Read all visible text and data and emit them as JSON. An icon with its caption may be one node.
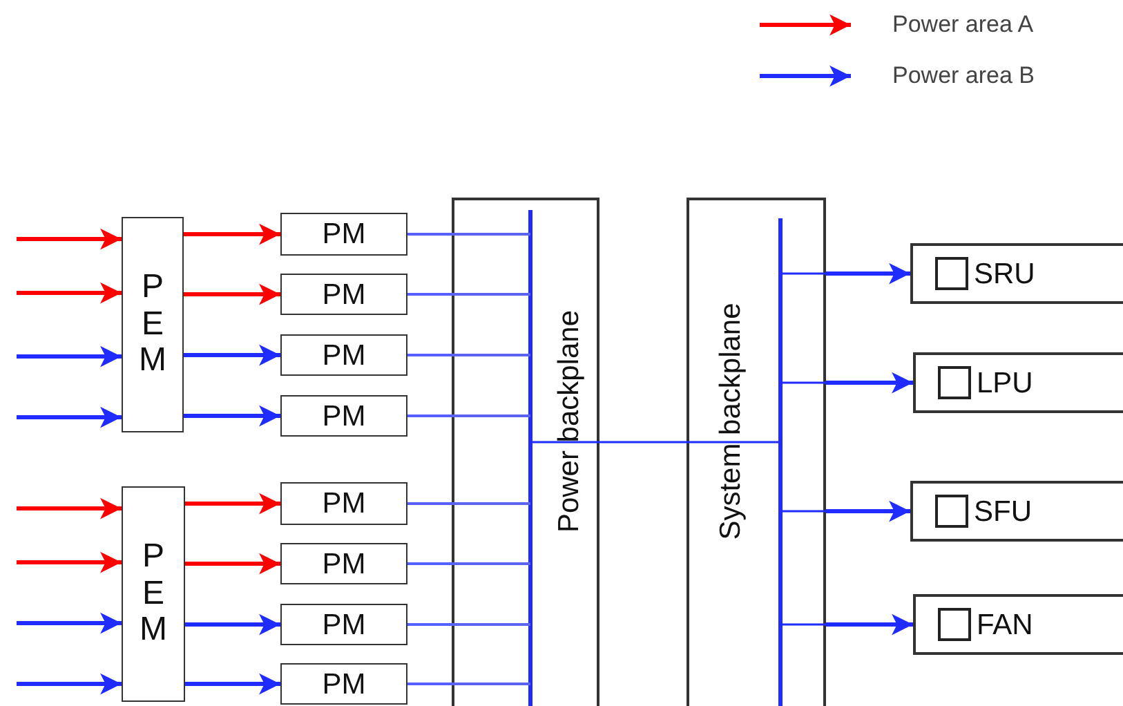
{
  "diagram": {
    "nodes": [
      {
        "text": [
          "PEM"
        ]
      },
      {
        "text": [
          "PEM"
        ]
      },
      {
        "text": [
          "PM"
        ]
      },
      {
        "text": [
          "PM"
        ]
      },
      {
        "text": [
          "PM"
        ]
      },
      {
        "text": [
          "PM"
        ]
      },
      {
        "text": [
          "PM"
        ]
      },
      {
        "text": [
          "PM"
        ]
      },
      {
        "text": [
          "PM"
        ]
      },
      {
        "text": [
          "PM"
        ]
      },
      {
        "text": [
          "Power backplane"
        ]
      },
      {
        "text": [
          "System backplane"
        ]
      },
      {
        "text": [
          "SRU"
        ]
      },
      {
        "text": [
          "LPU"
        ]
      },
      {
        "text": [
          "SFU"
        ]
      },
      {
        "text": [
          "FAN"
        ]
      }
    ],
    "edges": [
      {
        "from": null,
        "to": 0,
        "arrow": "to",
        "color": "#ff0000"
      },
      {
        "from": null,
        "to": 0,
        "arrow": "to",
        "color": "#ff0000"
      },
      {
        "from": null,
        "to": 0,
        "arrow": "to"
      },
      {
        "from": null,
        "to": 0,
        "arrow": "to"
      },
      {
        "from": null,
        "to": 1,
        "arrow": "to",
        "color": "#ff0000"
      },
      {
        "from": null,
        "to": 1,
        "arrow": "to",
        "color": "#ff0000"
      },
      {
        "from": null,
        "to": 1,
        "arrow": "to"
      },
      {
        "from": null,
        "to": 1,
        "arrow": "to"
      },
      {
        "from": 0,
        "to": 2,
        "arrow": "to",
        "color": "#ff0000"
      },
      {
        "from": 0,
        "to": 3,
        "arrow": "to",
        "color": "#ff0000"
      },
      {
        "from": 0,
        "to": 4,
        "arrow": "to"
      },
      {
        "from": 0,
        "to": 5,
        "arrow": "to"
      },
      {
        "from": 1,
        "to": 6,
        "arrow": "to",
        "color": "#ff0000"
      },
      {
        "from": 1,
        "to": 7,
        "arrow": "to",
        "color": "#ff0000"
      },
      {
        "from": 1,
        "to": 8,
        "arrow": "to"
      },
      {
        "from": 1,
        "to": 9,
        "arrow": "to"
      },
      {
        "from": 2,
        "to": 10,
        "arrow": "none"
      },
      {
        "from": 3,
        "to": 10,
        "arrow": "none"
      },
      {
        "from": 4,
        "to": 10,
        "arrow": "none"
      },
      {
        "from": 5,
        "to": 10,
        "arrow": "none"
      },
      {
        "from": 6,
        "to": 10,
        "arrow": "none"
      },
      {
        "from": 7,
        "to": 10,
        "arrow": "none"
      },
      {
        "from": 8,
        "to": 10,
        "arrow": "none"
      },
      {
        "from": 9,
        "to": 10,
        "arrow": "none"
      },
      {
        "from": 10,
        "to": 11,
        "arrow": "none"
      },
      {
        "from": 11,
        "to": 12,
        "arrow": "to"
      },
      {
        "from": 11,
        "to": 13,
        "arrow": "to"
      },
      {
        "from": 11,
        "to": 14,
        "arrow": "to"
      },
      {
        "from": 11,
        "to": 15,
        "arrow": "to"
      }
    ],
    "legend": [
      {
        "text": "Power area A"
      },
      {
        "text": "Power area B"
      }
    ]
  }
}
